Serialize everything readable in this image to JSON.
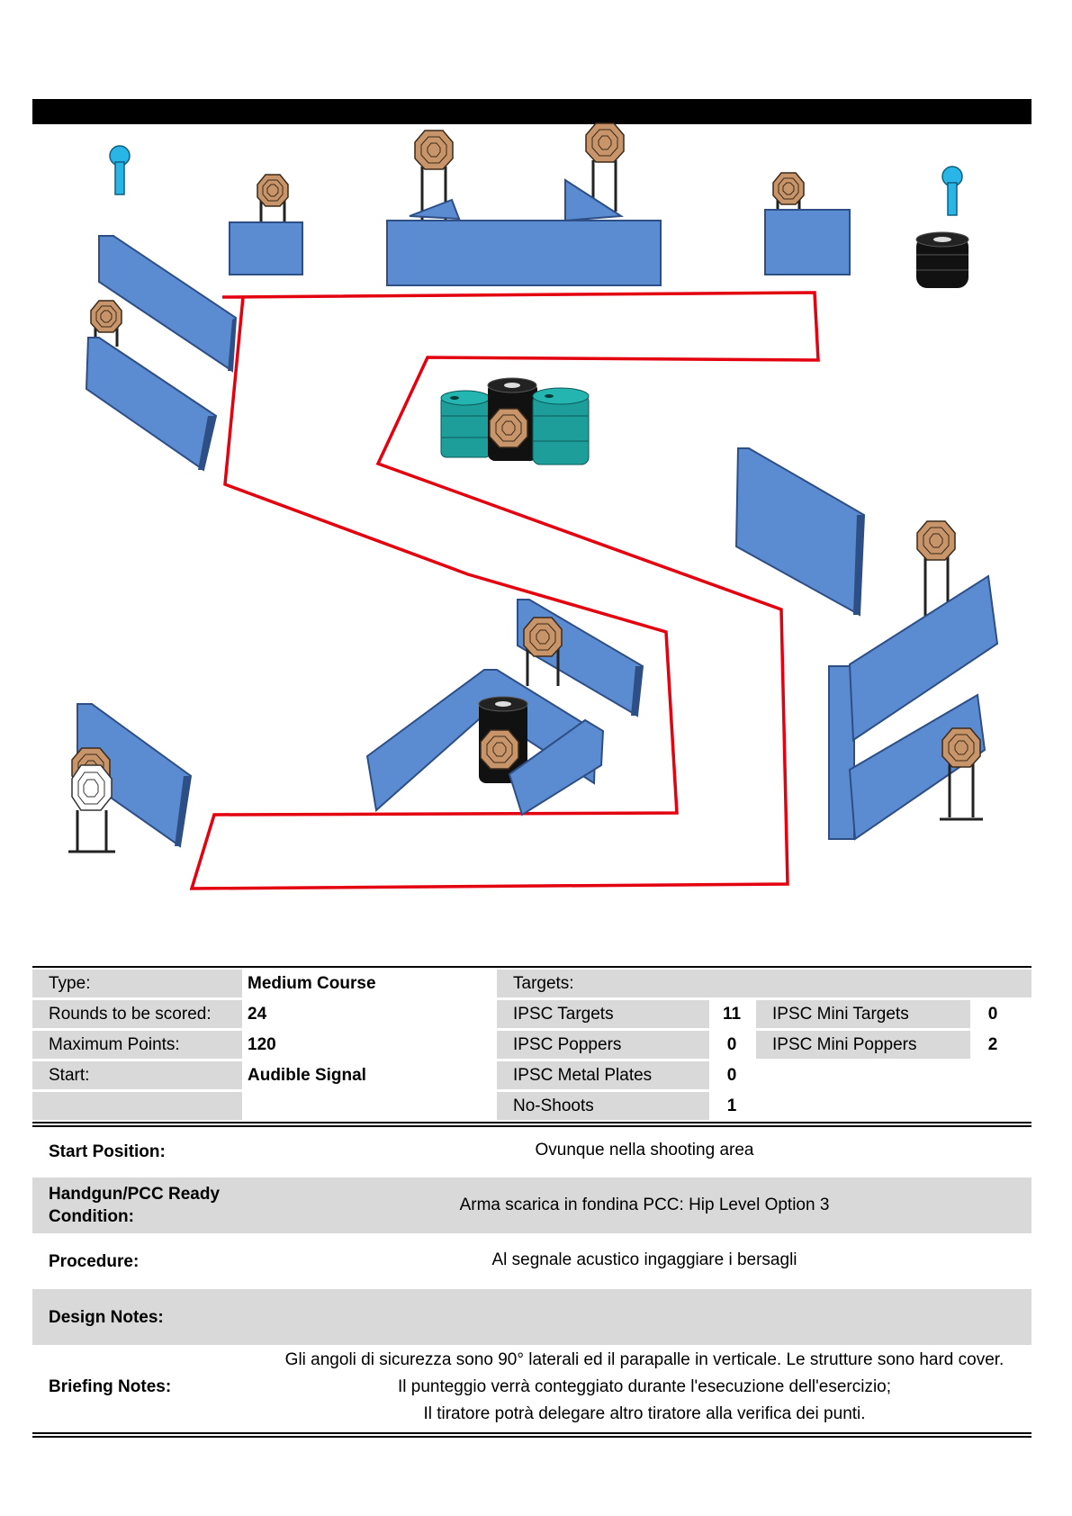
{
  "info": {
    "type_label": "Type:",
    "type_value": "Medium Course",
    "rounds_label": "Rounds to be scored:",
    "rounds_value": "24",
    "points_label": "Maximum Points:",
    "points_value": "120",
    "start_label": "Start:",
    "start_value": "Audible Signal",
    "targets_header": "Targets:",
    "targets": [
      {
        "label": "IPSC Targets",
        "value": "11"
      },
      {
        "label": "IPSC Poppers",
        "value": "0"
      },
      {
        "label": "IPSC Metal Plates",
        "value": "0"
      },
      {
        "label": "No-Shoots",
        "value": "1"
      }
    ],
    "mini_targets": [
      {
        "label": "IPSC Mini Targets",
        "value": "0"
      },
      {
        "label": "IPSC Mini Poppers",
        "value": "2"
      }
    ]
  },
  "sections": {
    "start_position_label": "Start Position:",
    "start_position_text": "Ovunque nella shooting area",
    "ready_label_line1": "Handgun/PCC Ready",
    "ready_label_line2": "Condition:",
    "ready_text": "Arma scarica in fondina PCC: Hip Level Option 3",
    "procedure_label": "Procedure:",
    "procedure_text": "Al segnale acustico ingaggiare i bersagli",
    "design_label": "Design Notes:",
    "briefing_label": "Briefing Notes:",
    "briefing_lines": [
      "Gli angoli di sicurezza sono 90° laterali ed il parapalle in verticale. Le strutture sono hard cover.",
      "Il punteggio verrà conteggiato durante l'esecuzione dell'esercizio;",
      "Il tiratore potrà delegare altro tiratore alla verifica dei punti."
    ]
  },
  "colors": {
    "wall": "#5b8bd0",
    "wall_edge": "#2d4f86",
    "target": "#c8956b",
    "popper": "#29b6e6",
    "barrel_teal": "#1e9e9a",
    "shooting_area": "#e3000f",
    "header_gray": "#d9d9d9"
  }
}
